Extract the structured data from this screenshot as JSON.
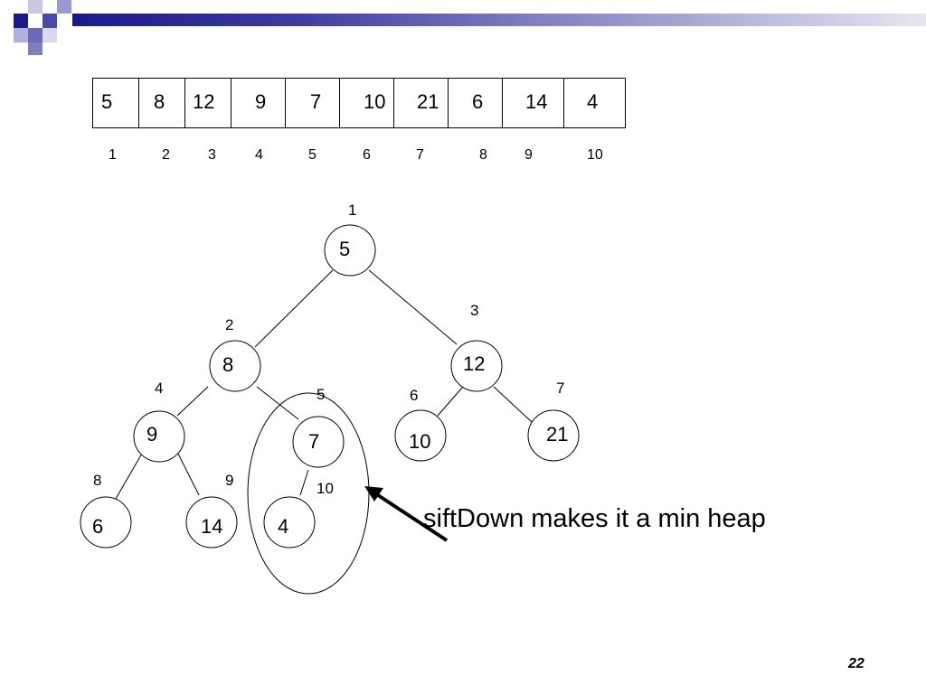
{
  "slide": {
    "array": {
      "values": [
        "5",
        "8",
        "12",
        "9",
        "7",
        "10",
        "21",
        "6",
        "14",
        "4"
      ],
      "indices": [
        "1",
        "2",
        "3",
        "4",
        "5",
        "6",
        "7",
        "8",
        "9",
        "10"
      ]
    },
    "tree": {
      "nodes": [
        {
          "index": "1",
          "value": "5"
        },
        {
          "index": "2",
          "value": "8"
        },
        {
          "index": "3",
          "value": "12"
        },
        {
          "index": "4",
          "value": "9"
        },
        {
          "index": "5",
          "value": "7"
        },
        {
          "index": "6",
          "value": "10"
        },
        {
          "index": "7",
          "value": "21"
        },
        {
          "index": "8",
          "value": "6"
        },
        {
          "index": "9",
          "value": "14"
        },
        {
          "index": "10",
          "value": "4"
        }
      ]
    },
    "caption": "siftDown makes it a min heap",
    "page_number": "22"
  }
}
